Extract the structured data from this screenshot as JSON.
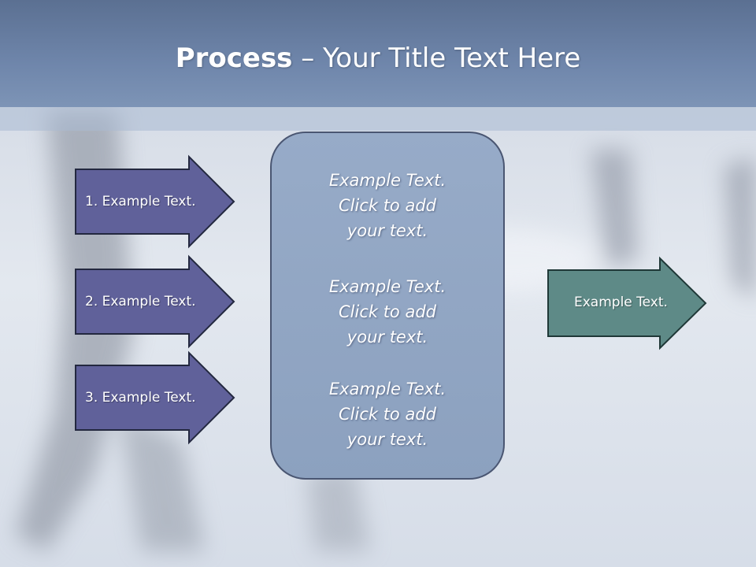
{
  "slide": {
    "title_bold": "Process",
    "title_rest": " – Your Title Text Here"
  },
  "left_arrows": [
    {
      "label": "1. Example Text."
    },
    {
      "label": "2. Example Text."
    },
    {
      "label": "3. Example Text."
    }
  ],
  "center_panel": {
    "blocks": [
      {
        "lines": [
          "Example Text.",
          "Click  to add",
          "your text."
        ]
      },
      {
        "lines": [
          "Example Text.",
          "Click  to add",
          "your text."
        ]
      },
      {
        "lines": [
          "Example Text.",
          "Click  to add",
          "your text."
        ]
      }
    ]
  },
  "right_arrow": {
    "label": "Example Text."
  },
  "colors": {
    "left_arrow_fill": "#60619a",
    "right_arrow_fill": "#5e8a87",
    "panel_fill": "#8fa4c2",
    "header_fill": "#6a81a5"
  }
}
